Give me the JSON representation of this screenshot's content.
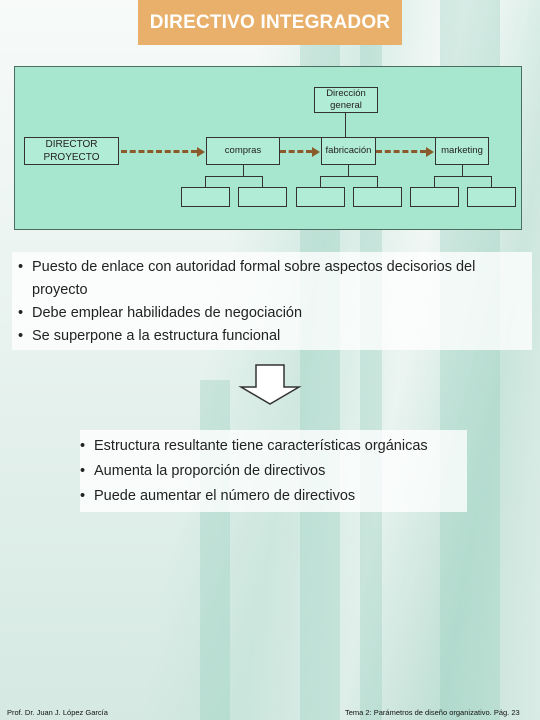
{
  "title": "DIRECTIVO INTEGRADOR",
  "org_chart": {
    "top_node": "Dirección general",
    "director": "DIRECTOR PROYECTO",
    "departments": [
      "compras",
      "fabricación",
      "marketing"
    ]
  },
  "bullets_top": [
    "Puesto de enlace con autoridad formal sobre aspectos decisorios del proyecto",
    "Debe emplear habilidades de negociación",
    "Se superpone a la estructura funcional"
  ],
  "bullets_bottom": [
    "Estructura resultante tiene características orgánicas",
    "Aumenta la proporción de directivos",
    "Puede aumentar el número de directivos"
  ],
  "footer": {
    "author": "Prof. Dr. Juan J. López García",
    "page": "Tema 2: Parámetros de diseño organizativo. Pág. 23"
  },
  "colors": {
    "title_bg": "#e8b06a",
    "chart_bg": "#a8e7cf",
    "arrow": "#8a5a2a"
  }
}
